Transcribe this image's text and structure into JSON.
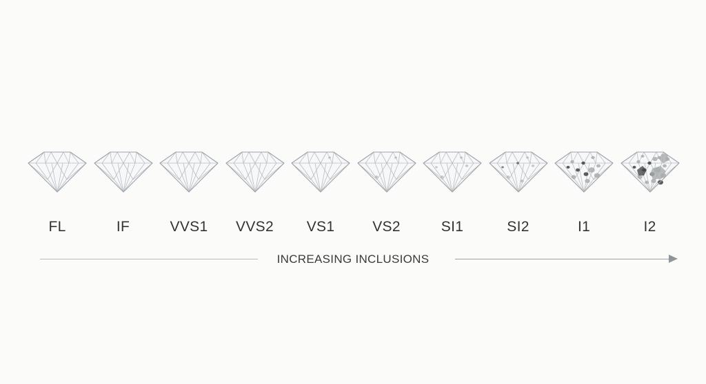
{
  "grades": [
    {
      "label": "FL",
      "inclusions": 0
    },
    {
      "label": "IF",
      "inclusions": 0
    },
    {
      "label": "VVS1",
      "inclusions": 0
    },
    {
      "label": "VVS2",
      "inclusions": 0
    },
    {
      "label": "VS1",
      "inclusions": 1
    },
    {
      "label": "VS2",
      "inclusions": 2
    },
    {
      "label": "SI1",
      "inclusions": 3
    },
    {
      "label": "SI2",
      "inclusions": 4
    },
    {
      "label": "I1",
      "inclusions": 5
    },
    {
      "label": "I2",
      "inclusions": 6
    }
  ],
  "axis": {
    "caption": "INCREASING INCLUSIONS",
    "direction": "left-to-right"
  },
  "colors": {
    "background": "#fbfbfa",
    "diamond_outline": "#9da3a6",
    "facet_lines": "#b8bec1",
    "diamond_fill": "#f6f8f9",
    "inclusion_light": "#a9acae",
    "inclusion_dark": "#3e3f40",
    "label_text": "#333333",
    "arrow": "#9aa0a3"
  }
}
